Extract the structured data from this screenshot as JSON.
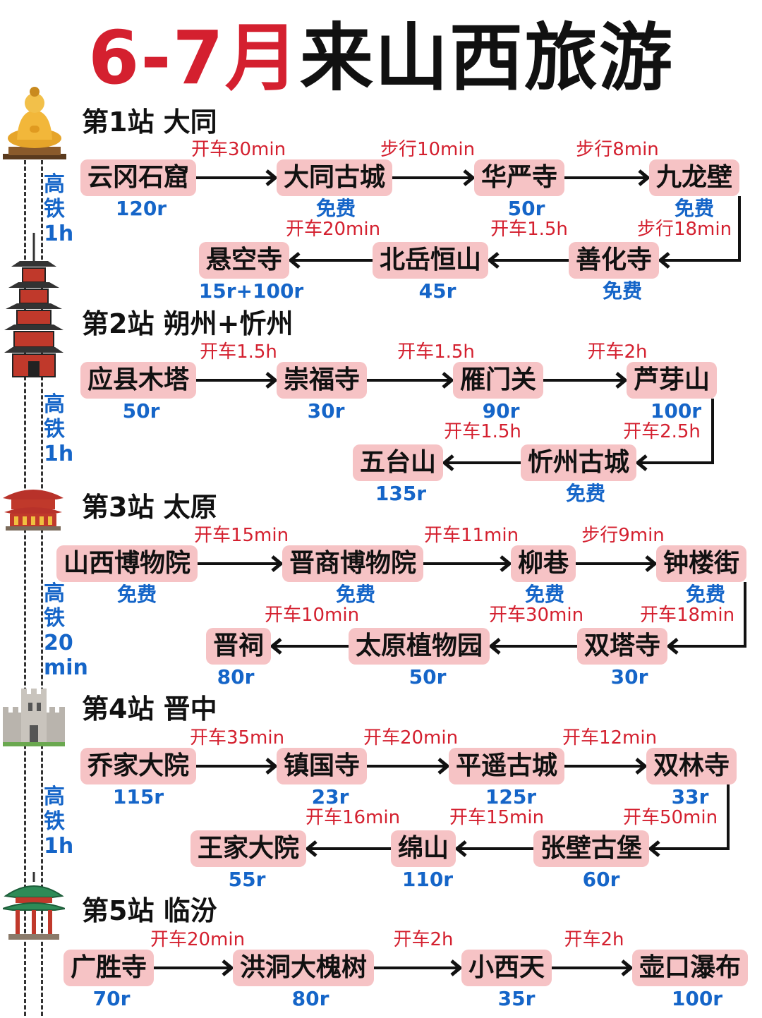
{
  "title": {
    "highlight": "6-7月",
    "rest": "来山西旅游"
  },
  "sections": [
    {
      "name": "第1站 大同",
      "rail": [
        "高",
        "铁",
        "1h"
      ],
      "spots": [
        {
          "name": "云冈石窟",
          "price": "120r"
        },
        {
          "name": "大同古城",
          "price": "免费"
        },
        {
          "name": "华严寺",
          "price": "50r"
        },
        {
          "name": "九龙壁",
          "price": "免费"
        },
        {
          "name": "善化寺",
          "price": "免费"
        },
        {
          "name": "北岳恒山",
          "price": "45r"
        },
        {
          "name": "悬空寺",
          "price": "15r+100r"
        }
      ],
      "transits": [
        "开车30min",
        "步行10min",
        "步行8min",
        "步行18min",
        "开车1.5h",
        "开车20min"
      ]
    },
    {
      "name": "第2站 朔州+忻州",
      "rail": [
        "高",
        "铁",
        "1h"
      ],
      "spots": [
        {
          "name": "应县木塔",
          "price": "50r"
        },
        {
          "name": "崇福寺",
          "price": "30r"
        },
        {
          "name": "雁门关",
          "price": "90r"
        },
        {
          "name": "芦芽山",
          "price": "100r"
        },
        {
          "name": "忻州古城",
          "price": "免费"
        },
        {
          "name": "五台山",
          "price": "135r"
        }
      ],
      "transits": [
        "开车1.5h",
        "开车1.5h",
        "开车2h",
        "开车2.5h",
        "开车1.5h"
      ]
    },
    {
      "name": "第3站 太原",
      "rail": [
        "高",
        "铁",
        "20",
        "min"
      ],
      "spots": [
        {
          "name": "山西博物院",
          "price": "免费"
        },
        {
          "name": "晋商博物院",
          "price": "免费"
        },
        {
          "name": "柳巷",
          "price": "免费"
        },
        {
          "name": "钟楼街",
          "price": "免费"
        },
        {
          "name": "双塔寺",
          "price": "30r"
        },
        {
          "name": "太原植物园",
          "price": "50r"
        },
        {
          "name": "晋祠",
          "price": "80r"
        }
      ],
      "transits": [
        "开车15min",
        "开车11min",
        "步行9min",
        "开车18min",
        "开车30min",
        "开车10min"
      ]
    },
    {
      "name": "第4站 晋中",
      "rail": [
        "高",
        "铁",
        "1h"
      ],
      "spots": [
        {
          "name": "乔家大院",
          "price": "115r"
        },
        {
          "name": "镇国寺",
          "price": "23r"
        },
        {
          "name": "平遥古城",
          "price": "125r"
        },
        {
          "name": "双林寺",
          "price": "33r"
        },
        {
          "name": "张壁古堡",
          "price": "60r"
        },
        {
          "name": "绵山",
          "price": "110r"
        },
        {
          "name": "王家大院",
          "price": "55r"
        }
      ],
      "transits": [
        "开车35min",
        "开车20min",
        "开车12min",
        "开车50min",
        "开车15min",
        "开车16min"
      ]
    },
    {
      "name": "第5站 临汾",
      "rail": [],
      "spots": [
        {
          "name": "广胜寺",
          "price": "70r"
        },
        {
          "name": "洪洞大槐树",
          "price": "80r"
        },
        {
          "name": "小西天",
          "price": "35r"
        },
        {
          "name": "壶口瀑布",
          "price": "100r"
        }
      ],
      "transits": [
        "开车20min",
        "开车2h",
        "开车2h"
      ]
    }
  ],
  "colors": {
    "title_red": "#d4202f",
    "spot_bg": "#f6c3c5",
    "price_blue": "#1565c8",
    "transit_red": "#d4202f"
  },
  "icons": [
    "buddha-statue-icon",
    "pagoda-icon",
    "palace-icon",
    "castle-icon",
    "pavilion-icon"
  ]
}
